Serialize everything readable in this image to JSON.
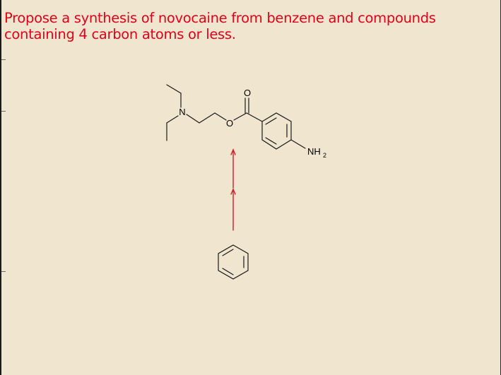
{
  "slide": {
    "title": "Propose a synthesis of novocaine from benzene and compounds\ncontaining 4 carbon atoms or less.",
    "title_color": "#e0001a",
    "background_color": "#f0e5cf"
  },
  "molecule_labels": {
    "oxygen_carbonyl": "O",
    "oxygen_ester": "O",
    "nitrogen": "N",
    "amine_n": "NH",
    "amine_sub": "2"
  },
  "colors": {
    "arrow": "#cc1f2a",
    "bonds": "#1a1a1a"
  }
}
